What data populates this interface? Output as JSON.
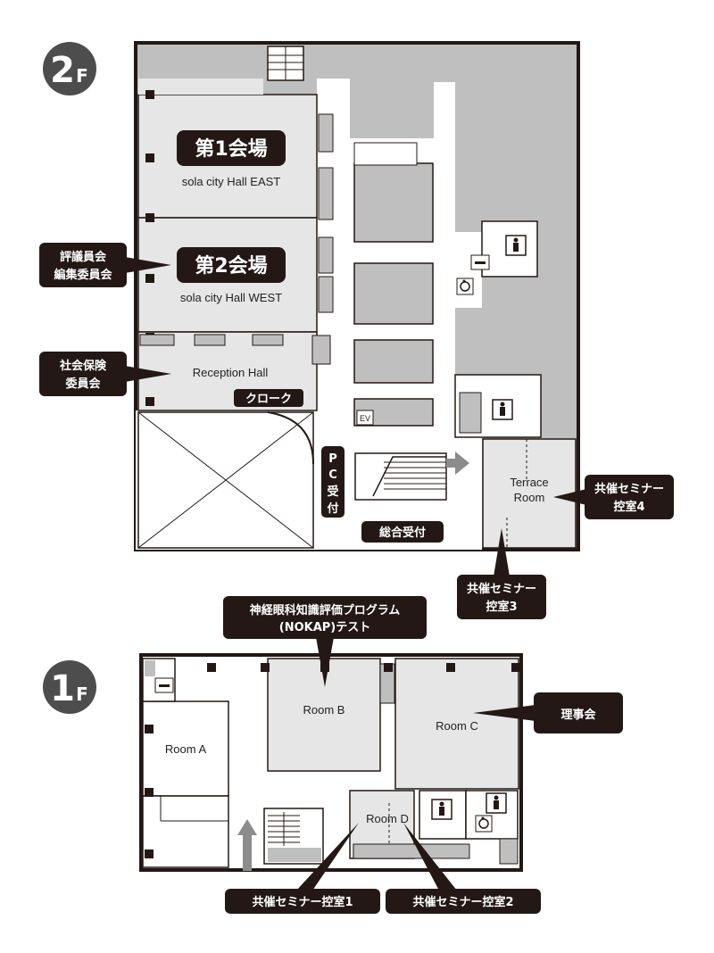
{
  "floors": {
    "second": {
      "number": "2",
      "suffix": "F"
    },
    "first": {
      "number": "1",
      "suffix": "F"
    }
  },
  "halls": {
    "hall1": {
      "title": "第1会場",
      "subtitle": "sola city Hall EAST"
    },
    "hall2": {
      "title": "第2会場",
      "subtitle": "sola city Hall WEST"
    }
  },
  "rooms": {
    "reception": "Reception Hall",
    "cloak": "クローク",
    "terrace_line1": "Terrace",
    "terrace_line2": "Room",
    "ev": "EV",
    "room_a": "Room A",
    "room_b": "Room B",
    "room_c": "Room C",
    "room_d": "Room D"
  },
  "desks": {
    "pc_reception": [
      "P",
      "C",
      "受",
      "付"
    ],
    "general_reception": "総合受付"
  },
  "callouts": {
    "hyogiin_line1": "評議員会",
    "hyogiin_line2": "編集委員会",
    "shakai_line1": "社会保険",
    "shakai_line2": "委員会",
    "seminar4_line1": "共催セミナー",
    "seminar4_line2": "控室4",
    "seminar3_line1": "共催セミナー",
    "seminar3_line2": "控室3",
    "nokap_line1": "神経眼科知識評価プログラム",
    "nokap_line2": "(NOKAP)テスト",
    "rijikai": "理事会",
    "seminar1": "共催セミナー控室1",
    "seminar2": "共催セミナー控室2"
  },
  "icons": {
    "restroom": "restroom-icon",
    "accessible": "accessible-icon",
    "smoking": "smoking-icon",
    "escalator": "escalator-icon",
    "stairs": "stairs-icon",
    "arrow": "arrow-icon"
  },
  "colors": {
    "dark": "#231815",
    "badge": "#4d4d4d",
    "room_fill": "#e6e6e6",
    "void_fill": "#bfbfbf",
    "wall": "#231815",
    "arrow": "#8c8c8c"
  }
}
